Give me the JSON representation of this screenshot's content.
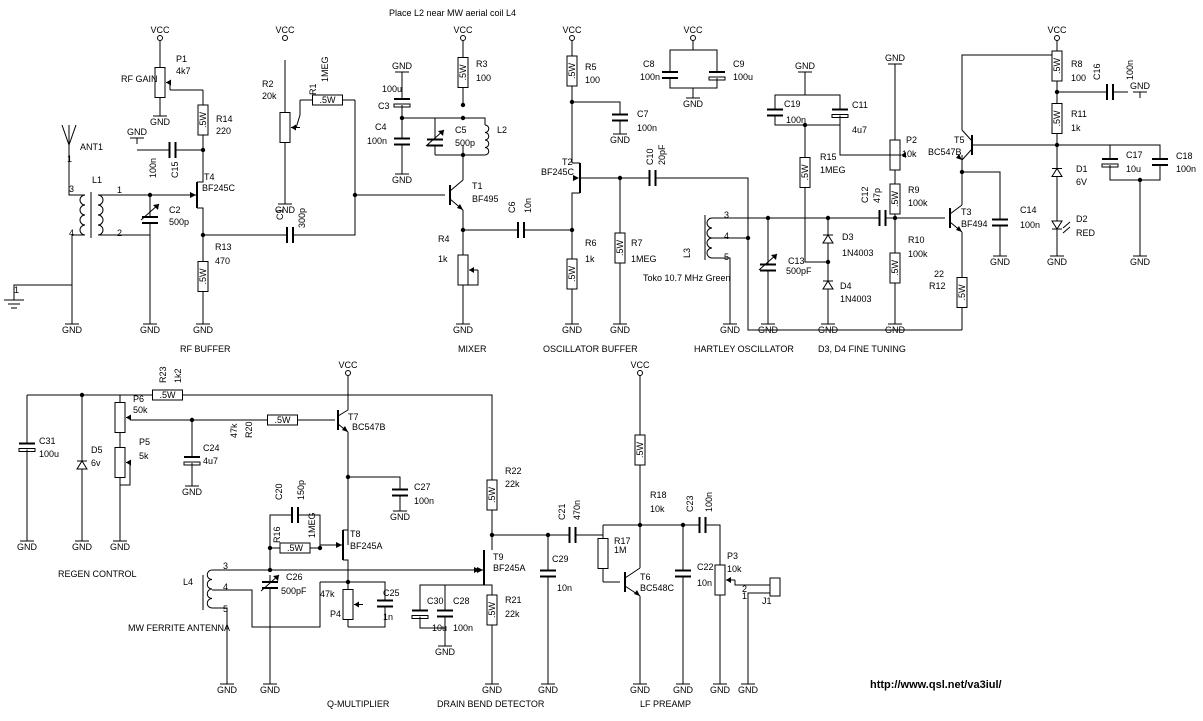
{
  "header_note": "Place L2 near MW aerial coil L4",
  "url": "http://www.qsl.net/va3iul/",
  "sections": [
    "RF BUFFER",
    "MIXER",
    "OSCILLATOR BUFFER",
    "HARTLEY OSCILLATOR",
    "D3, D4 FINE TUNING",
    "REGEN CONTROL",
    "MW FERRITE ANTENNA",
    "Q-MULTIPLIER",
    "DRAIN BEND DETECTOR",
    "LF PREAMP"
  ],
  "net_labels": {
    "vcc": "VCC",
    "gnd": "GND"
  },
  "components": {
    "ANT1": [
      "ANT1"
    ],
    "L1": [
      "L1"
    ],
    "C2": [
      "C2",
      "500p"
    ],
    "C15": [
      "C15",
      "100n"
    ],
    "T4": [
      "T4",
      "BF245C"
    ],
    "R14": [
      "R14",
      ".5W",
      "220"
    ],
    "P1": [
      "P1",
      "4k7"
    ],
    "rf_gain": "RF GAIN",
    "R13": [
      "R13",
      ".5W",
      "470"
    ],
    "R2": [
      "R2",
      "20k"
    ],
    "R1": [
      "R1",
      "1MEG",
      ".5W"
    ],
    "C1": [
      "C1",
      "300p"
    ],
    "C3": [
      "C3",
      "100u"
    ],
    "C4": [
      "C4",
      "100n"
    ],
    "R3": [
      "R3",
      ".5W",
      "100"
    ],
    "C5": [
      "C5",
      "500p"
    ],
    "L2": [
      "L2"
    ],
    "T1": [
      "T1",
      "BF495"
    ],
    "C6": [
      "C6",
      "10n"
    ],
    "R4": [
      "R4",
      "1k"
    ],
    "R5": [
      "R5",
      ".5W",
      "100"
    ],
    "C7": [
      "C7",
      "100n"
    ],
    "T2": [
      "T2",
      "BF245C"
    ],
    "C10": [
      "C10",
      "20pF"
    ],
    "R6": [
      "R6",
      ".5W",
      "1k"
    ],
    "R7": [
      "R7",
      ".5W",
      "1MEG"
    ],
    "C8": [
      "C8",
      "100n"
    ],
    "C9": [
      "C9",
      "100u"
    ],
    "L3": [
      "L3"
    ],
    "toko": "Toko 10.7 MHz Green",
    "C13": [
      "C13",
      "500pF"
    ],
    "C19": [
      "C19",
      "100n"
    ],
    "C11": [
      "C11",
      "4u7"
    ],
    "R15": [
      "R15",
      ".5W",
      "1MEG"
    ],
    "D3": [
      "D3",
      "1N4003"
    ],
    "D4": [
      "D4",
      "1N4003"
    ],
    "P2": [
      "P2",
      "10k"
    ],
    "R9": [
      "R9",
      ".5W",
      "100k"
    ],
    "C12": [
      "C12",
      "47p"
    ],
    "R10": [
      "R10",
      ".5W",
      "100k"
    ],
    "T3": [
      "T3",
      "BF494"
    ],
    "R12": [
      "R12",
      ".5W",
      "22"
    ],
    "C14": [
      "C14",
      "100n"
    ],
    "R8": [
      "R8",
      ".5W",
      "100"
    ],
    "C16": [
      "C16",
      "100n"
    ],
    "R11": [
      "R11",
      ".5W",
      "1k"
    ],
    "T5": [
      "T5",
      "BC547B"
    ],
    "C17": [
      "C17",
      "10u"
    ],
    "C18": [
      "C18",
      "100n"
    ],
    "D1": [
      "D1",
      "6V"
    ],
    "D2": [
      "D2",
      "RED"
    ],
    "R23": [
      "R23",
      ".5W",
      "1k2"
    ],
    "P6": [
      "P6",
      "50k"
    ],
    "P5": [
      "P5",
      "5k"
    ],
    "C31": [
      "C31",
      "100u"
    ],
    "D5": [
      "D5",
      "6v"
    ],
    "R20": [
      "R20",
      ".5W",
      "47k"
    ],
    "C24": [
      "C24",
      "4u7"
    ],
    "T7": [
      "T7",
      "BC547B"
    ],
    "C27": [
      "C27",
      "100n"
    ],
    "C20": [
      "C20",
      "150p"
    ],
    "R16": [
      "R16",
      ".5W",
      "1MEG"
    ],
    "T8": [
      "T8",
      "BF245A"
    ],
    "L4": [
      "L4"
    ],
    "C26": [
      "C26",
      "500pF"
    ],
    "P4": [
      "P4",
      "47k"
    ],
    "C25": [
      "C25",
      "1n"
    ],
    "R22": [
      "R22",
      ".5W",
      "22k"
    ],
    "T9": [
      "T9",
      "BF245A"
    ],
    "C30": [
      "C30",
      "10u"
    ],
    "C28": [
      "C28",
      "100n"
    ],
    "R21": [
      "R21",
      ".5W",
      "22k"
    ],
    "C21": [
      "C21",
      "470n"
    ],
    "C29": [
      "C29",
      "10n"
    ],
    "R18": [
      "R18",
      ".5W",
      "10k"
    ],
    "R17": [
      "R17",
      "1M"
    ],
    "T6": [
      "T6",
      "BC548C"
    ],
    "C23": [
      "C23",
      "100n"
    ],
    "C22": [
      "C22",
      "10n"
    ],
    "P3": [
      "P3",
      "10k"
    ],
    "J1": [
      "J1"
    ]
  },
  "pins": [
    "1",
    "2",
    "3",
    "4",
    "5"
  ]
}
